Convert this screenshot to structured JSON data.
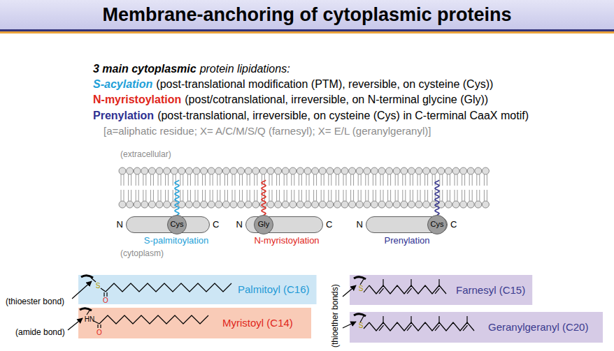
{
  "diagram": {
    "title": "Membrane-anchoring of cytoplasmic proteins",
    "nodes": [
      {
        "text": [
          "N",
          "C"
        ]
      },
      {
        "text": [
          "Cys"
        ],
        "in": 0
      },
      {
        "text": [
          "N",
          "C"
        ]
      },
      {
        "text": [
          "Gly"
        ],
        "in": 2
      },
      {
        "text": [
          "N",
          "C"
        ]
      },
      {
        "text": [
          "Cys"
        ],
        "in": 4
      },
      {
        "text": [
          "Palmitoyl (C16)"
        ]
      },
      {
        "text": [
          "Myristoyl (C14)"
        ]
      },
      {
        "text": [
          "Farnesyl (C15)"
        ]
      },
      {
        "text": [
          "Geranylgeranyl (C20)"
        ]
      }
    ],
    "labels": [
      "3 main cytoplasmic",
      "protein lipidations:",
      "S-acylation",
      "(post-translational modification (PTM), reversible, on cysteine (Cys))",
      "N-myristoylation",
      "(post/cotranslational, irreversible, on N-terminal glycine (Gly))",
      "Prenylation",
      "(post-translational, irreversible, on cysteine (Cys) in C-terminal CaaX motif)",
      "[a=aliphatic residue; X= A/C/M/S/Q (farnesyl); X= E/L (geranylgeranyl)]",
      "(extracellular)",
      "S-palmitoylation",
      "N-myristoylation",
      "Prenylation",
      "(cytoplasm)",
      "(thioester bond)",
      "(amide bond)",
      "(thioether bonds)",
      "S",
      "O",
      "HN",
      "O",
      "S",
      "S"
    ]
  }
}
